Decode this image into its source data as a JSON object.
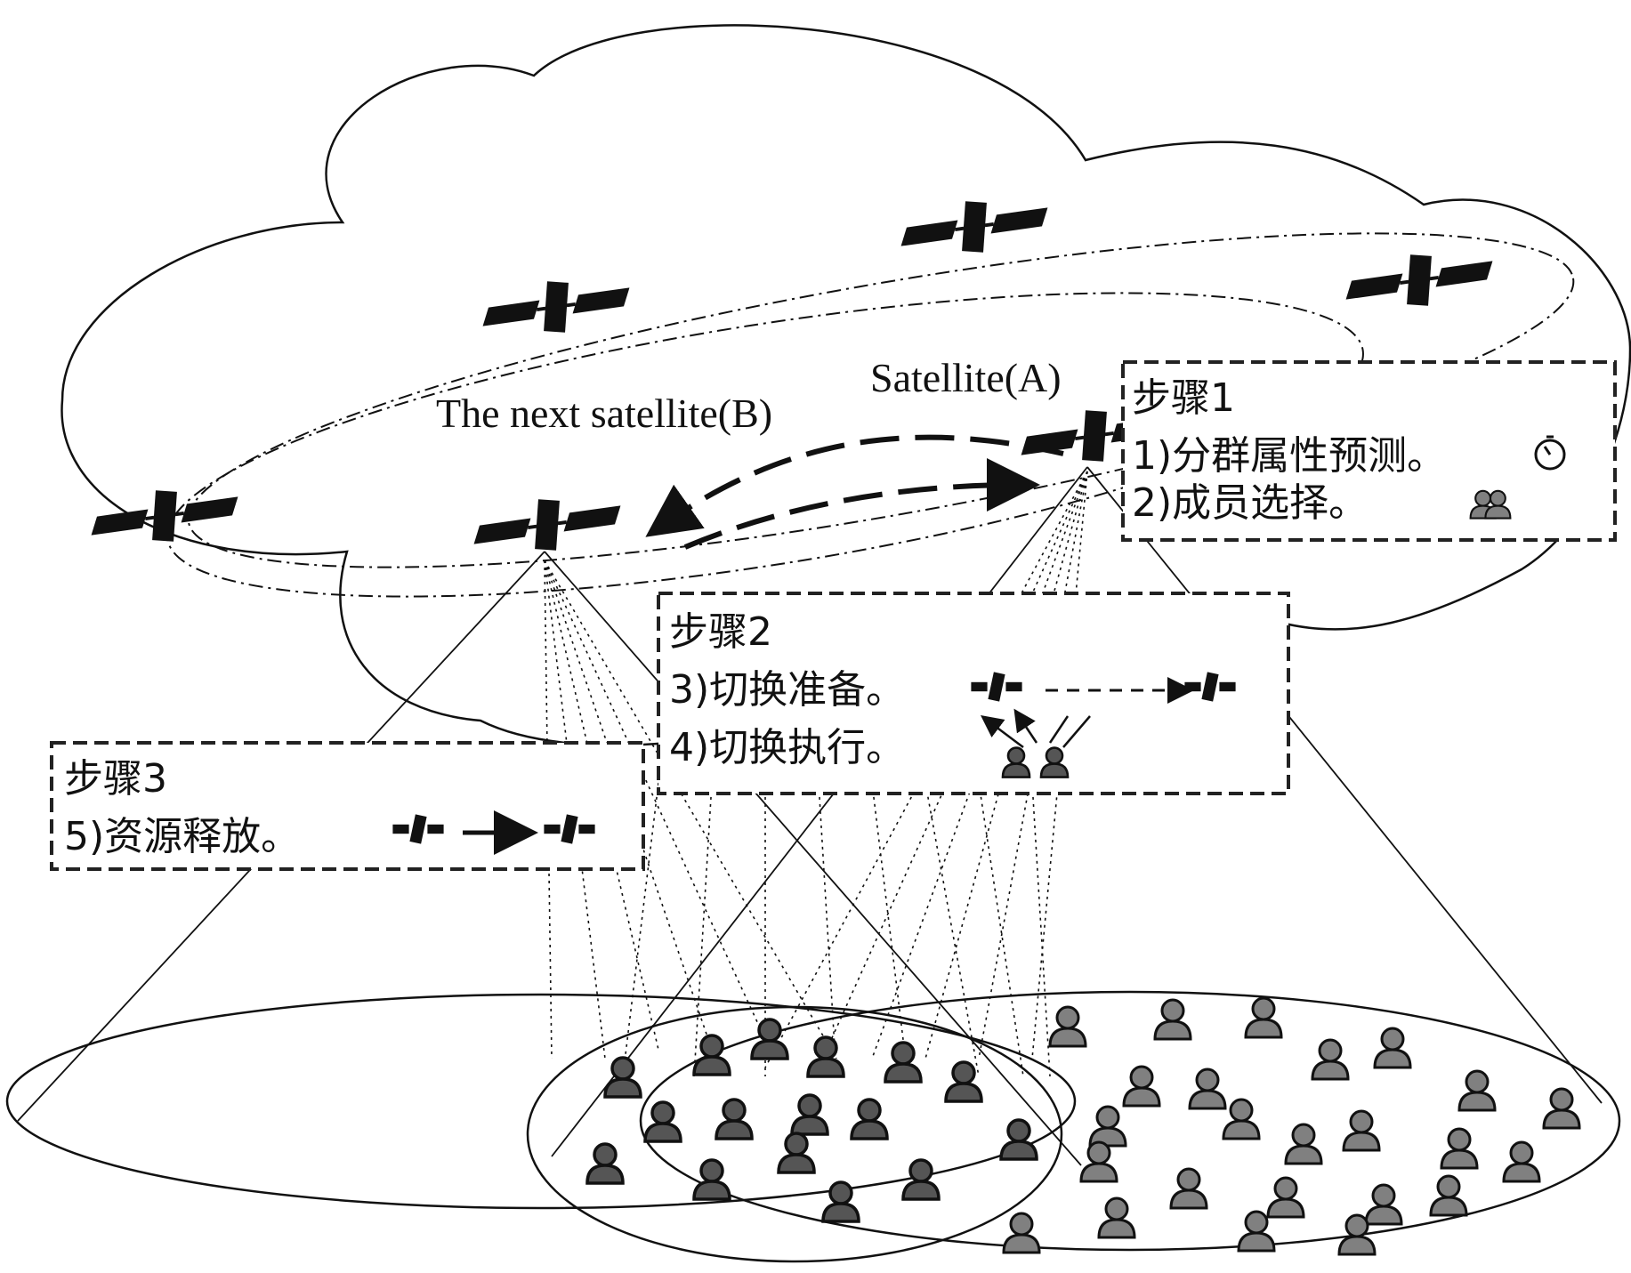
{
  "labels": {
    "satellite_a": "Satellite(A)",
    "satellite_b": "The next satellite(B)"
  },
  "step1": {
    "title": "步骤1",
    "items": [
      "1)分群属性预测。",
      "2)成员选择。"
    ],
    "icons": [
      "timer-icon",
      "user-group-icon"
    ]
  },
  "step2": {
    "title": "步骤2",
    "items": [
      "3)切换准备。",
      "4)切换执行。"
    ],
    "icons": [
      "satellite-to-satellite-icon",
      "user-handover-icon"
    ]
  },
  "step3": {
    "title": "步骤3",
    "items": [
      "5)资源释放。"
    ],
    "icons": [
      "satellite-to-satellite-icon"
    ]
  },
  "colors": {
    "line": "#111111",
    "user_fill": "#808080",
    "user_fill_dark": "#555555",
    "panel": "#2a2a2a"
  }
}
